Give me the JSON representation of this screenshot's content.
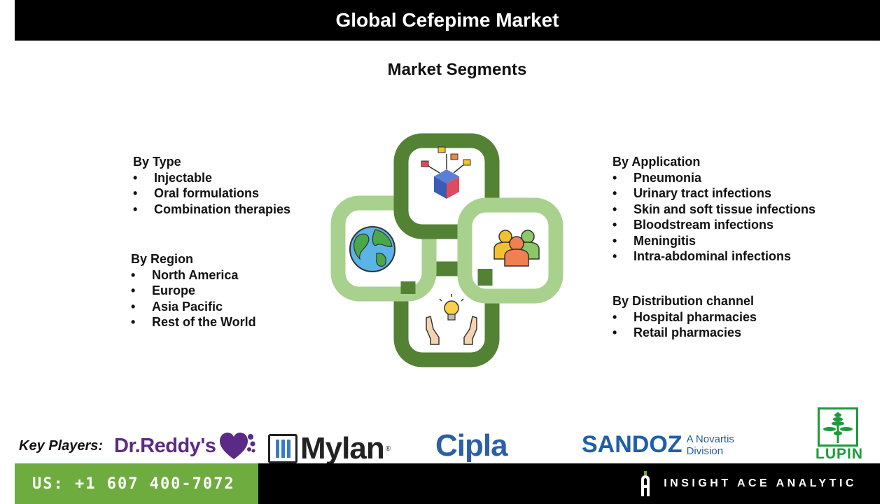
{
  "title": "Global Cefepime Market",
  "subtitle": "Market Segments",
  "segments": {
    "type": {
      "heading": "By Type",
      "items": [
        "Injectable",
        "Oral formulations",
        "Combination therapies"
      ]
    },
    "region": {
      "heading": "By Region",
      "items": [
        "North America",
        "Europe",
        "Asia Pacific",
        "Rest of the World"
      ]
    },
    "application": {
      "heading": "By Application",
      "items": [
        "Pneumonia",
        "Urinary tract infections",
        "Skin and soft tissue infections",
        "Bloodstream infections",
        "Meningitis",
        "Intra-abdominal infections"
      ]
    },
    "distribution": {
      "heading": "By Distribution channel",
      "items": [
        "Hospital pharmacies",
        "Retail pharmacies"
      ]
    }
  },
  "bullet": "•",
  "graphic_icons": [
    "blocks-cube-icon",
    "globe-icon",
    "people-group-icon",
    "lightbulb-hands-icon"
  ],
  "key_players": {
    "label": "Key Players:",
    "logos": {
      "drreddy": "Dr.Reddy's",
      "mylan": "Mylan",
      "mylan_reg": "®",
      "cipla": "Cipla",
      "sandoz": "SANDOZ",
      "sandoz_sub_1": "A Novartis",
      "sandoz_sub_2": "Division",
      "lupin": "LUPIN"
    }
  },
  "footer": {
    "phone": "US: +1 607 400-7072",
    "brand": "INSIGHT ACE ANALYTIC"
  },
  "colors": {
    "dark_green": "#548235",
    "light_green": "#a9d18e",
    "footer_green": "#6fac3f",
    "bar_black": "#000000"
  }
}
